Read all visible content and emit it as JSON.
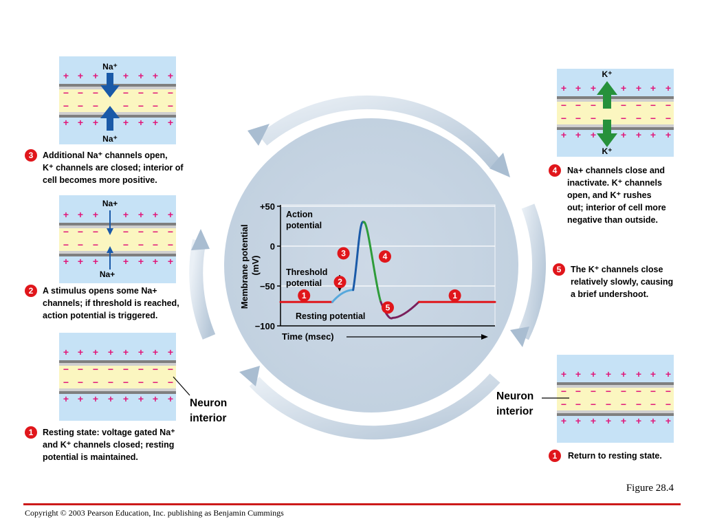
{
  "steps": {
    "s1": {
      "num": "1",
      "lines": [
        "Resting state: voltage gated Na⁺",
        "and K⁺ channels closed; resting",
        "potential is maintained."
      ]
    },
    "s2": {
      "num": "2",
      "lines": [
        "A stimulus opens some Na+",
        "channels; if threshold is reached,",
        "action potential is triggered."
      ]
    },
    "s3": {
      "num": "3",
      "lines": [
        "Additional Na⁺ channels open,",
        "K⁺ channels are closed; interior of",
        "cell becomes more positive."
      ]
    },
    "s4": {
      "num": "4",
      "lines": [
        "Na+ channels close and",
        "inactivate. K⁺ channels",
        "open, and K⁺ rushes",
        "out; interior of cell more",
        "negative than outside."
      ]
    },
    "s5": {
      "num": "5",
      "lines": [
        "The K⁺ channels close",
        "relatively slowly, causing",
        "a brief undershoot."
      ]
    },
    "s1b": {
      "num": "1",
      "lines": [
        "Return to resting state."
      ]
    }
  },
  "labels": {
    "na_plus_sup": "Na⁺",
    "na_plus": "Na+",
    "k_plus_sup": "K⁺",
    "neuron_interior": [
      "Neuron",
      "interior"
    ]
  },
  "chart_data": {
    "type": "line",
    "xlabel": "Time (msec)",
    "ylabel": "Membrane potential (mV)",
    "yticks": [
      "+50",
      "0",
      "−50",
      "−100"
    ],
    "ylim": [
      -100,
      50
    ],
    "annotations": {
      "action_potential": [
        "Action",
        "potential"
      ],
      "threshold": [
        "Threshold",
        "potential"
      ],
      "resting": "Resting potential"
    },
    "phase_markers": [
      "1",
      "2",
      "3",
      "4",
      "5",
      "1"
    ],
    "colors": {
      "resting": "#e0161b",
      "depolarize_start": "#56a8dc",
      "rising": "#1a5aa8",
      "falling": "#2e9c3a",
      "undershoot": "#7a1f5c"
    },
    "series": [
      {
        "phase": "resting",
        "x": [
          0,
          7.5
        ],
        "y": [
          -70,
          -70
        ]
      },
      {
        "phase": "depolarize_start",
        "x": [
          7.5,
          10.5
        ],
        "y": [
          -70,
          -55
        ]
      },
      {
        "phase": "rising",
        "x": [
          10.5,
          12
        ],
        "y": [
          -55,
          30
        ]
      },
      {
        "phase": "falling",
        "x": [
          12,
          14.5
        ],
        "y": [
          30,
          -70
        ]
      },
      {
        "phase": "undershoot",
        "x": [
          14.5,
          16.2,
          20
        ],
        "y": [
          -70,
          -90,
          -70
        ]
      },
      {
        "phase": "resting",
        "x": [
          20,
          31
        ],
        "y": [
          -70,
          -70
        ]
      }
    ]
  },
  "footer": {
    "figure": "Figure 28.4",
    "copyright": "Copyright © 2003 Pearson Education, Inc. publishing as Benjamin Cummings"
  }
}
